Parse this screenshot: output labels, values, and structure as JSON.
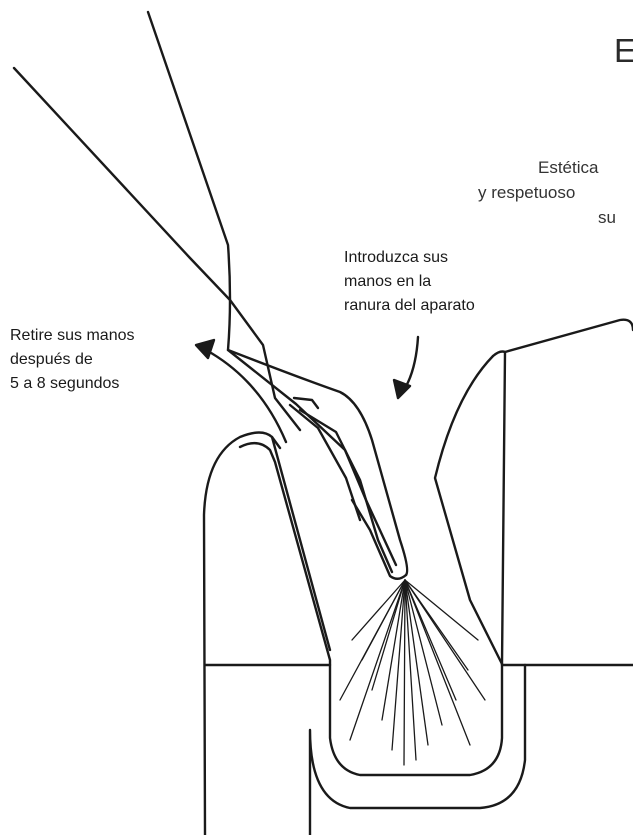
{
  "heading_fragment": "E",
  "subtext": {
    "line1": "Estética",
    "line2": "y respetuoso",
    "line3": "su"
  },
  "callouts": {
    "remove_hands": [
      "Retire sus manos",
      "después de",
      "5 a 8 segundos"
    ],
    "insert_hands": [
      "Introduzca sus",
      "manos en la",
      "ranura del aparato"
    ]
  },
  "colors": {
    "line": "#1a1a1a",
    "text": "#1a1a1a",
    "background": "#ffffff"
  }
}
